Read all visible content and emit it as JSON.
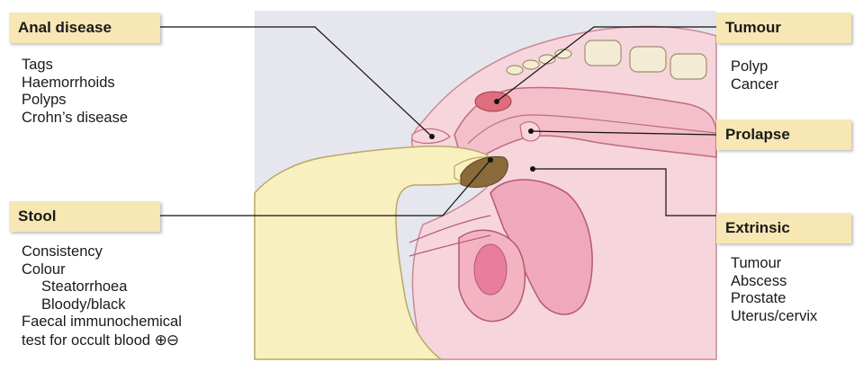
{
  "labels": {
    "anal_disease": {
      "title": "Anal disease",
      "items": [
        "Tags",
        "Haemorrhoids",
        "Polyps",
        "Crohn’s disease"
      ]
    },
    "stool": {
      "title": "Stool",
      "items": [
        "Consistency",
        "Colour"
      ],
      "sub_items": [
        "Steatorrhoea",
        "Bloody/black"
      ],
      "items_after": [
        "Faecal immunochemical",
        "test for occult blood"
      ],
      "symbols": "⊕⊖"
    },
    "tumour": {
      "title": "Tumour",
      "items": [
        "Polyp",
        "Cancer"
      ]
    },
    "prolapse": {
      "title": "Prolapse"
    },
    "extrinsic": {
      "title": "Extrinsic",
      "items": [
        "Tumour",
        "Abscess",
        "Prostate",
        "Uterus/cervix"
      ]
    }
  },
  "colors": {
    "label_fill": "#f6e7b4",
    "panel": "#e6e6ee",
    "tissue": "#f7d5dc",
    "bowel": "#f2b7c2",
    "glove": "#f8f0bf",
    "stool": "#8a6a3a"
  }
}
